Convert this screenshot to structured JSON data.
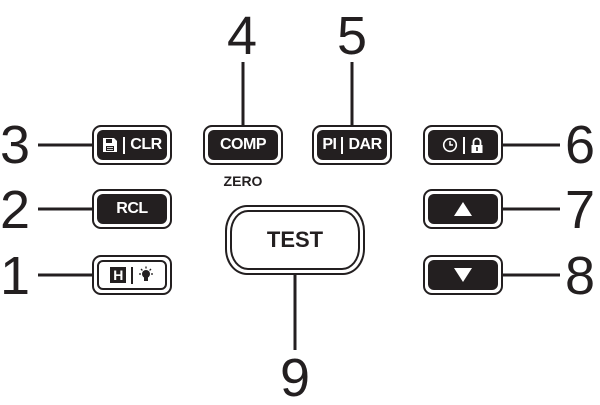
{
  "callouts": [
    "1",
    "2",
    "3",
    "4",
    "5",
    "6",
    "7",
    "8",
    "9"
  ],
  "keys": {
    "save_clr": {
      "icon": "save-icon",
      "label": "CLR"
    },
    "rcl": {
      "label": "RCL"
    },
    "hold_light": {
      "label": "H",
      "icon": "light-bulb-icon"
    },
    "comp": {
      "label": "COMP",
      "sublabel": "ZERO"
    },
    "pi_dar": {
      "left": "PI",
      "right": "DAR"
    },
    "timer_lock": {
      "icons": [
        "clock-icon",
        "lock-icon"
      ]
    },
    "up": {
      "icon": "up-arrow-icon"
    },
    "down": {
      "icon": "down-arrow-icon"
    },
    "test": {
      "label": "TEST"
    }
  },
  "colors": {
    "ink": "#231f20",
    "background": "#ffffff"
  }
}
